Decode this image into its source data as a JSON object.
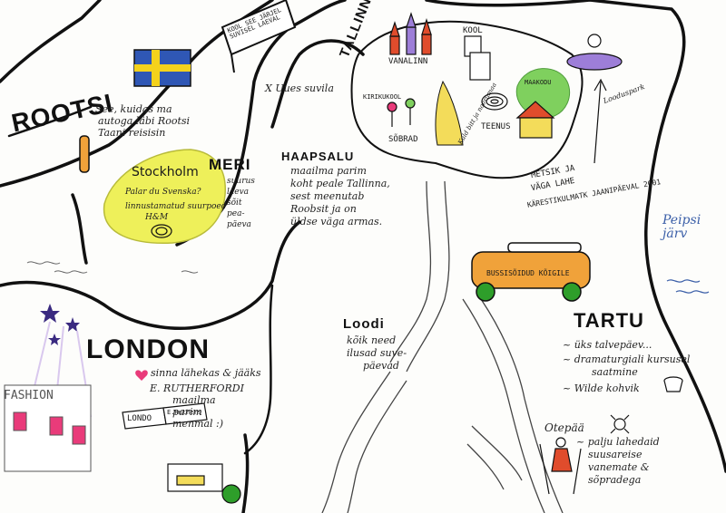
{
  "places": {
    "rootsi": "ROOTSI",
    "london": "LONDON",
    "tallinn": "TALLINN",
    "tartu": "TARTU",
    "haapsalu": "HAAPSALU",
    "stockholm": "Stockholm",
    "meri": "MERI",
    "vanalinn": "VANALINN",
    "kool": "KOOL",
    "kirikukool": "KIRIKUKOOL",
    "sobrad": "SÕBRAD",
    "teenus": "TEENUS",
    "maakodu": "MAAKODU",
    "loodi": "Loodi",
    "otepaa": "Otepää",
    "peipsi": "Peipsi järv"
  },
  "notes": {
    "rootsi_1": "See, kuidas ma",
    "rootsi_2": "autoga läbi Rootsi",
    "rootsi_3": "Taani reisisin",
    "stockholm_1": "Palar du Svenska?",
    "stockholm_2": "linnustamatud suurpoed",
    "stockholm_3": "H&M",
    "meri_1": "suurus",
    "meri_2": "laeva",
    "meri_3": "sõit",
    "meri_4": "pea-",
    "meri_5": "päeva",
    "uues_suvila": "X Uues suvila",
    "kool_paev": "KOOL SEE JÄRJEL SUVISEL LAEVAL",
    "hapsalu_1": "maailma parim",
    "hapsalu_2": "koht peale Tallinna,",
    "hapsalu_3": "sest meenutab",
    "hapsalu_4": "Roobsit ja on",
    "hapsalu_5": "üldse väga armas.",
    "kuld": "Kuld bitt ja naerumaa",
    "looduspark": "Looduspark",
    "metsik_1": "METSIK JA",
    "metsik_2": "VÄGA LAHE",
    "metsik_3": "KÄRESTIKULMATK JAANIPÄEVAL 2001",
    "bus": "BUSSISÕIDUD KÕIGILE",
    "loodi_1": "kõik need",
    "loodi_2": "ilusad suve-",
    "loodi_3": "päevad",
    "tartu_1": "~ üks talvepäev...",
    "tartu_2": "~ dramaturgiali kursusel",
    "tartu_3": "saatmine",
    "tartu_4": "~ Wilde kohvik",
    "otepaa_1": "~ palju lahedaid",
    "otepaa_2": "suusareise",
    "otepaa_3": "vanemate &",
    "otepaa_4": "sõpradega",
    "london_1": "sinna lähekas & jääks",
    "london_2": "E. RUTHERFORDI",
    "london_3": "maailma",
    "london_4": "parim",
    "london_5": "menmal :)",
    "fashion": "FASHION",
    "london_sign": "LONDO",
    "rutherford_sign": "E.Ruthers"
  },
  "colors": {
    "ink": "#111111",
    "sweden_blue": "#2f57b5",
    "sweden_yellow": "#f4d21c",
    "stockholm_yellow": "#eef05a",
    "bus_orange": "#f0a23a",
    "bus_green": "#2e9e2a",
    "maakodu_green": "#7fd05e",
    "house_red": "#e04c2c",
    "tram_yellow": "#f3dc5a",
    "lilac": "#9d7ed8",
    "pink": "#e93b7a",
    "orange_boat": "#e8762b",
    "peipsi_blue": "#3b5fa8"
  }
}
